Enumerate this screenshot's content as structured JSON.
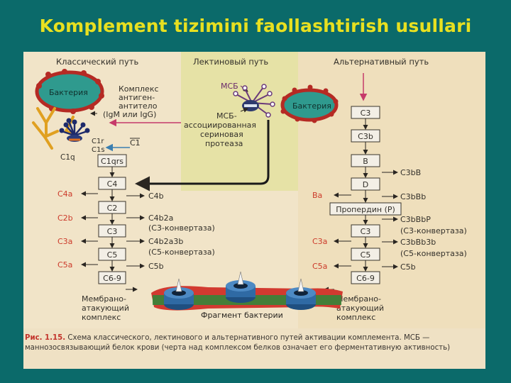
{
  "slide_title": "Komplement tizimini faollashtirish usullari",
  "colors": {
    "background": "#0b6a6a",
    "title": "#e8e020",
    "classic_panel": "#f1e4c8",
    "lectin_panel": "#e6e2a6",
    "alternative_panel": "#efdfbc",
    "box_fill": "#f3efe6",
    "red_label": "#cc3a2a",
    "bacterium_fill": "#2f9a8e",
    "bacterium_rim": "#b52a24",
    "membrane": "#d23a30",
    "pore_blue": "#2f6aa4"
  },
  "pathways": {
    "classical": {
      "header": "Классический путь",
      "bacterium": "Бактерия",
      "complex_lines": [
        "Комплекс",
        "антиген-",
        "антитело",
        "(IgM или IgG)"
      ],
      "c1r": "C1r",
      "c1s": "C1s",
      "c1q": "C1q",
      "c1_bar": "C1",
      "chain": [
        "C1qrs",
        "C4",
        "C2",
        "C3",
        "C5",
        "C6-9"
      ],
      "left_products": [
        "C4a",
        "C2b",
        "C3a",
        "C5a"
      ],
      "right_products": [
        "C4b",
        "C4b2a",
        "(C3-конвертаза)",
        "C4b2a3b",
        "(C5-конвертаза)",
        "C5b"
      ],
      "mac_lines": [
        "Мембрано-",
        "атакующий",
        "комплекс"
      ]
    },
    "lectin": {
      "header": "Лектиновый путь",
      "msb": "МСБ",
      "protease_lines": [
        "МСБ-",
        "ассоциированная",
        "сериновая",
        "протеаза"
      ],
      "bacterium": "Бактерия"
    },
    "alternative": {
      "header": "Альтернативный путь",
      "chain": [
        "C3",
        "C3b",
        "B",
        "D",
        "Пропердин (P)",
        "C3",
        "C5",
        "C6-9"
      ],
      "right_products": [
        "C3bB",
        "C3bBb",
        "C3bBbP",
        "(C3-конвертаза)",
        "C3bBb3b",
        "(C5-конвертаза)",
        "C5b"
      ],
      "left_products": [
        "Ba",
        "C3a",
        "C5a"
      ],
      "mac_lines": [
        "Мембрано-",
        "атакующий",
        "комплекс"
      ]
    }
  },
  "bacterium_fragment": "Фрагмент бактерии",
  "caption": {
    "figure_number": "Рис. 1.15.",
    "text": "Схема классического, лектинового и альтернативного путей активации комплемента. МСБ — маннозосвязывающий белок крови (черта над комплексом белков означает его ферментативную активность)"
  }
}
